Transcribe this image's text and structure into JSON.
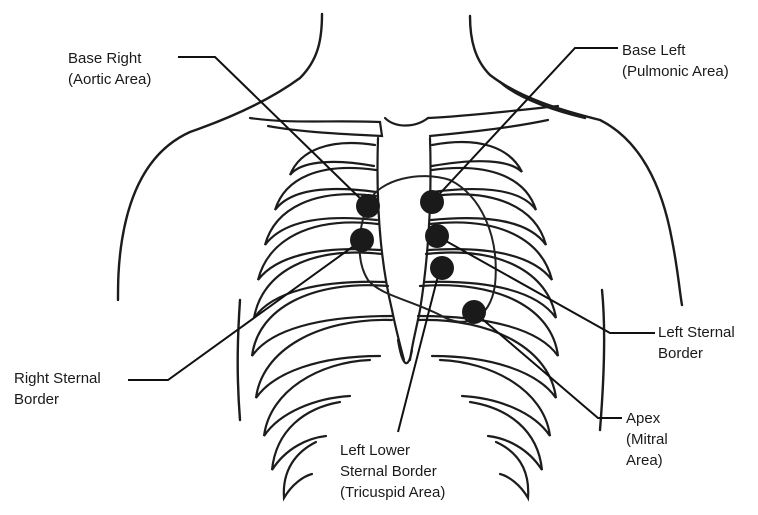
{
  "labels": {
    "base_right": {
      "line1": "Base Right",
      "line2": "(Aortic Area)"
    },
    "base_left": {
      "line1": "Base Left",
      "line2": "(Pulmonic Area)"
    },
    "left_sternal_border": {
      "line1": "Left Sternal",
      "line2": "Border"
    },
    "right_sternal_border": {
      "line1": "Right Sternal",
      "line2": "Border"
    },
    "apex": {
      "line1": "Apex",
      "line2": "(Mitral",
      "line3": "Area)"
    },
    "left_lower_sternal_border": {
      "line1": "Left Lower",
      "line2": "Sternal Border",
      "line3": "(Tricuspid Area)"
    }
  },
  "colors": {
    "ink": "#1c1c1c",
    "marker": "#1a1a1a",
    "background": "#ffffff"
  }
}
